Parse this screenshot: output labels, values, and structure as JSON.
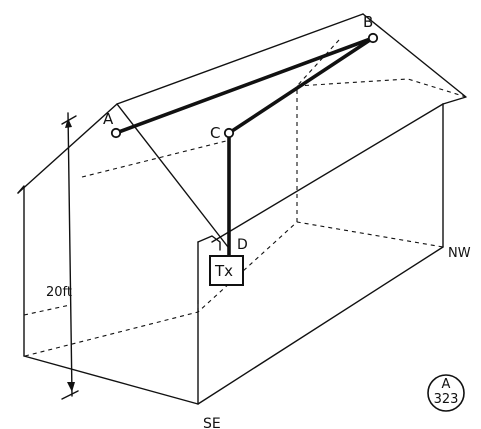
{
  "labels": {
    "A": "A",
    "B": "B",
    "C": "C",
    "D": "D",
    "tx": "Tx",
    "nw": "NW",
    "se": "SE",
    "height": "20ft"
  },
  "stamp": {
    "line1": "A",
    "line2": "323"
  }
}
